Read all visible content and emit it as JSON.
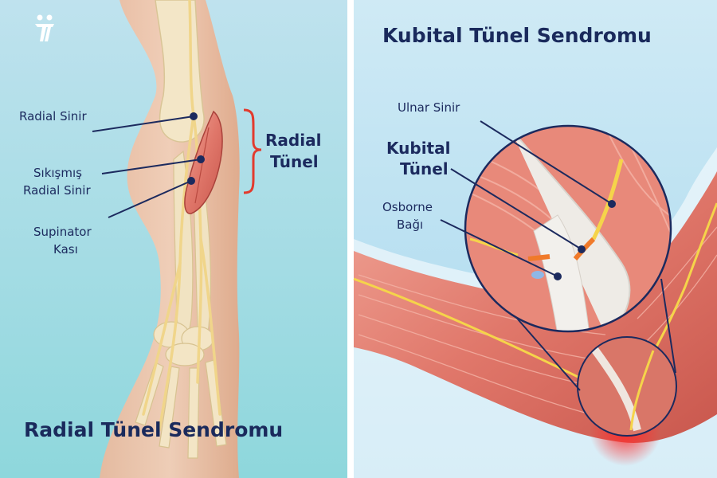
{
  "left_panel": {
    "title": "Radial Tünel Sendromu",
    "labels": {
      "radial_sinir": "Radial Sinir",
      "sikismis_1": "Sıkışmış",
      "sikismis_2": "Radial Sinir",
      "supinator_1": "Supinator",
      "supinator_2": "Kası",
      "radial_tunel_1": "Radial",
      "radial_tunel_2": "Tünel"
    }
  },
  "right_panel": {
    "title": "Kubital Tünel Sendromu",
    "labels": {
      "ulnar_sinir": "Ulnar Sinir",
      "kubital_1": "Kubital",
      "kubital_2": "Tünel",
      "osborne_1": "Osborne",
      "osborne_2": "Bağı"
    }
  },
  "colors": {
    "text": "#1c2a5e",
    "bracket": "#e23b2e",
    "bg_top": "#b6dcea",
    "bg_bottom": "#8fd4dc"
  },
  "logo": {
    "icon": "stick-figures-logo-icon"
  }
}
